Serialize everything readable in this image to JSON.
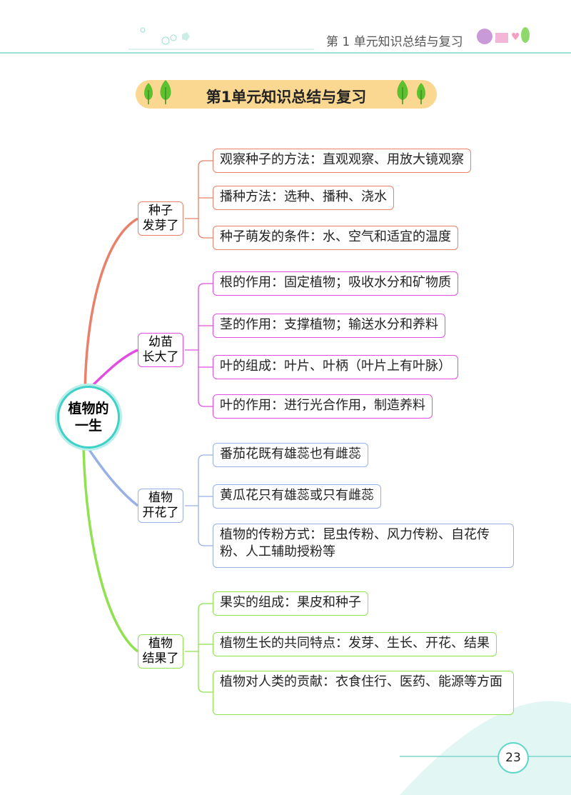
{
  "header": {
    "running_title": "第 1 单元知识总结与复习"
  },
  "title": "第1单元知识总结与复习",
  "center": {
    "line1": "植物的",
    "line2": "一生"
  },
  "colors": {
    "orange": "#e8806a",
    "pink": "#e24de0",
    "blue": "#98b0e6",
    "green": "#8fe14f",
    "teal": "#3fd0c8"
  },
  "branches": [
    {
      "line1": "种子",
      "line2": "发芽了",
      "items": [
        "观察种子的方法：直观观察、用放大镜观察",
        "播种方法：选种、播种、浇水",
        "种子萌发的条件：水、空气和适宜的温度"
      ]
    },
    {
      "line1": "幼苗",
      "line2": "长大了",
      "items": [
        "根的作用：固定植物；吸收水分和矿物质",
        "茎的作用：支撑植物；输送水分和养料",
        "叶的组成：叶片、叶柄（叶片上有叶脉）",
        "叶的作用：进行光合作用，制造养料"
      ]
    },
    {
      "line1": "植物",
      "line2": "开花了",
      "items": [
        "番茄花既有雄蕊也有雌蕊",
        "黄瓜花只有雄蕊或只有雌蕊",
        "植物的传粉方式：昆虫传粉、风力传粉、自花传粉、人工辅助授粉等"
      ]
    },
    {
      "line1": "植物",
      "line2": "结果了",
      "items": [
        "果实的组成：果皮和种子",
        "植物生长的共同特点：发芽、生长、开花、结果",
        "植物对人类的贡献：衣食住行、医药、能源等方面"
      ]
    }
  ],
  "page_number": "23"
}
